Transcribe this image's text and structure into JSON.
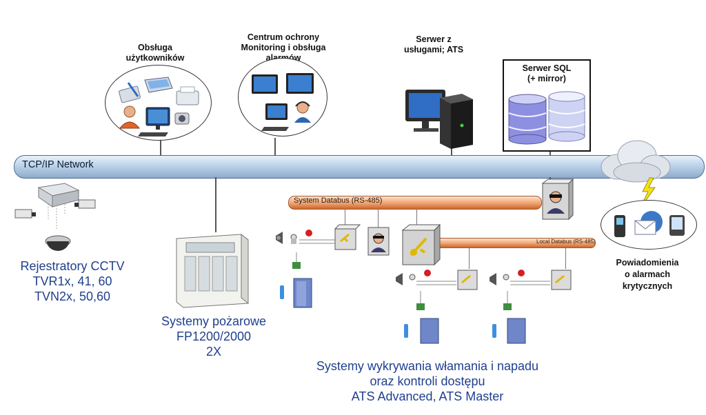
{
  "network": {
    "label": "TCP/IP Network"
  },
  "system_databus": {
    "label": "System Databus (RS-485)"
  },
  "local_databus": {
    "label": "Local Databus (RS-485)"
  },
  "user_service": {
    "line1": "Obsługa",
    "line2": "użytkowników"
  },
  "security_center": {
    "line1": "Centrum ochrony",
    "line2": "Monitoring i obsługa",
    "line3": "alarmów"
  },
  "ats_server": {
    "line1": "Serwer  z",
    "line2": "usługami; ATS"
  },
  "sql_server": {
    "line1": "Serwer SQL",
    "line2": "(+ mirror)"
  },
  "notifications": {
    "line1": "Powiadomienia",
    "line2": "o alarmach",
    "line3": "krytycznych"
  },
  "cctv": {
    "line1": "Rejestratory CCTV",
    "line2": "TVR1x, 41, 60",
    "line3": "TVN2x, 50,60"
  },
  "fire": {
    "line1": "Systemy pożarowe",
    "line2": "FP1200/2000",
    "line3": "2X"
  },
  "intrusion": {
    "line1": "Systemy wykrywania włamania i napadu",
    "line2": "oraz kontroli dostępu",
    "line3": "ATS Advanced, ATS Master"
  },
  "colors": {
    "network_bus": "#a9c3e0",
    "databus": "#f0a46e",
    "label_blue": "#1f3f8f"
  }
}
